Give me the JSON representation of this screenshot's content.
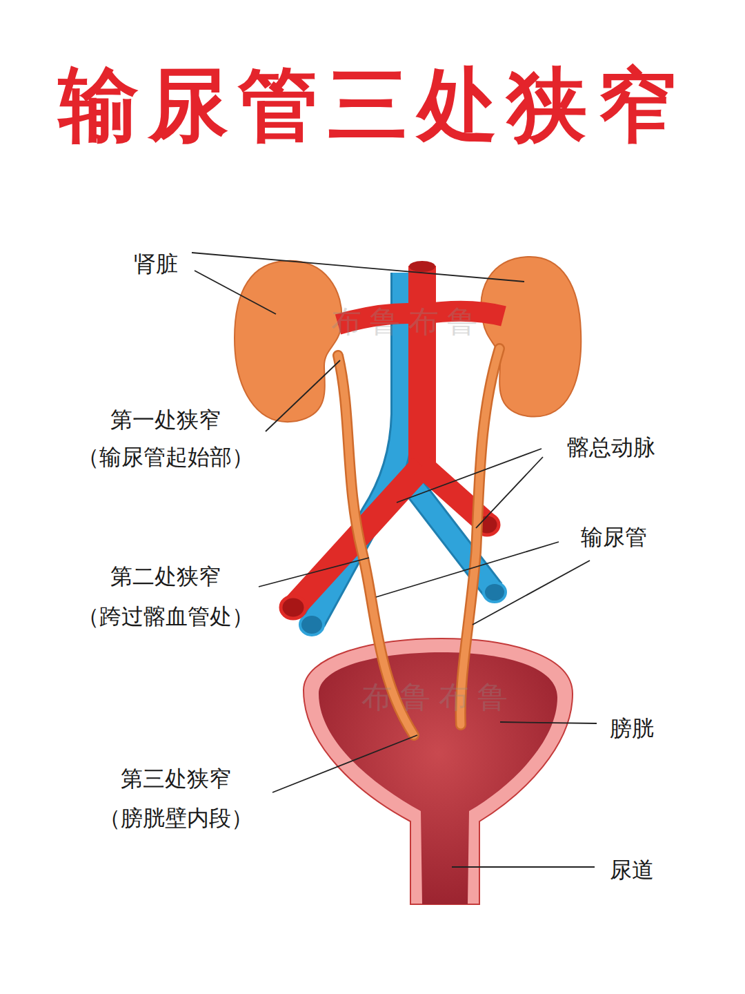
{
  "diagram": {
    "title": "输尿管三处狭窄",
    "labels": [
      "肾脏",
      "第一处狭窄",
      "（输尿管起始部）",
      "髂总动脉",
      "输尿管",
      "第二处狭窄",
      "（跨过髂血管处）",
      "膀胱",
      "第三处狭窄",
      "（膀胱壁内段）",
      "尿道",
      "布鲁布鲁",
      "布鲁布鲁"
    ]
  }
}
